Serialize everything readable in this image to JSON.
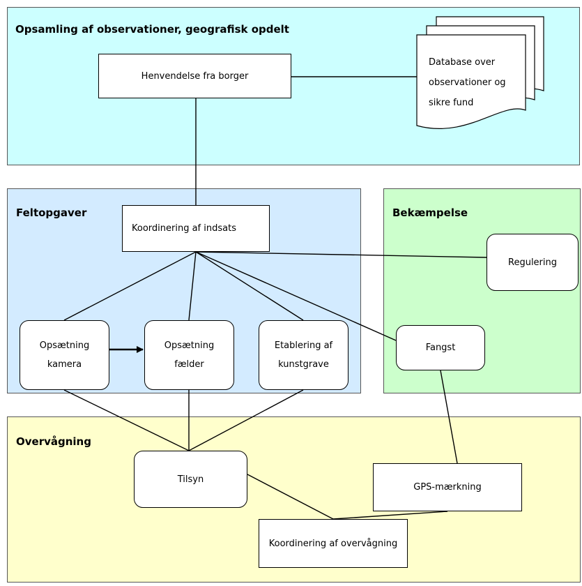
{
  "panels": {
    "observations": "Opsamling af observationer, geografisk opdelt",
    "field_tasks": "Feltopgaver",
    "control": "Bekæmpelse",
    "monitoring": "Overvågning"
  },
  "nodes": {
    "citizen_inquiry": "Henvendelse fra borger",
    "database": [
      "Database over",
      "observationer og",
      "sikre fund"
    ],
    "coordination_effort": "Koordinering af indsats",
    "regulation": "Regulering",
    "camera_setup": [
      "Opsætning",
      "kamera"
    ],
    "trap_setup": [
      "Opsætning",
      "fælder"
    ],
    "artificial_dens": [
      "Etablering af",
      "kunstgrave"
    ],
    "capture": "Fangst",
    "supervision": "Tilsyn",
    "gps_marking": "GPS-mærkning",
    "monitoring_coordination": "Koordinering af overvågning"
  },
  "colors": {
    "observations_bg": "#ccffff",
    "field_tasks_bg": "#d3ebff",
    "control_bg": "#ccffcc",
    "monitoring_bg": "#ffffcc"
  }
}
